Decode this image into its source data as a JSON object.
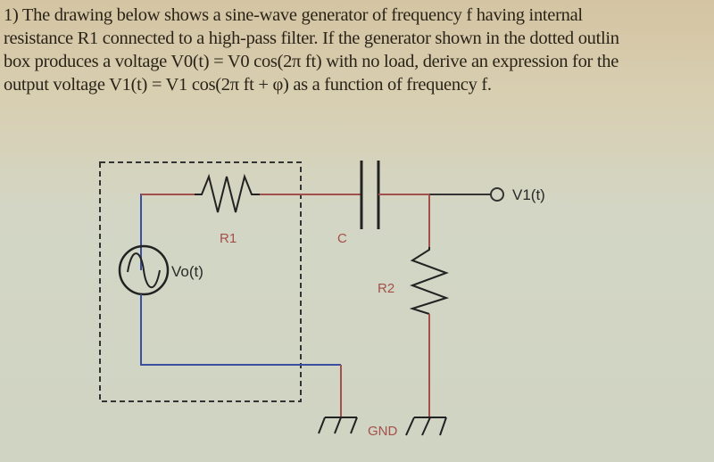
{
  "problem": {
    "lines": [
      "1) The drawing below shows a sine-wave generator of frequency f having internal",
      "resistance R1 connected to a high-pass filter. If the generator shown in the dotted outlin",
      "box produces a voltage V0(t) = V0 cos(2π ft) with no load, derive an expression for the",
      "output voltage V1(t) = V1 cos(2π ft + φ) as a function of frequency f."
    ]
  },
  "circuit": {
    "r1_label": "R1",
    "c_label": "C",
    "r2_label": "R2",
    "source_label": "Vo(t)",
    "output_label": "V1(t)",
    "gnd_label": "GND",
    "colors": {
      "wire_red": "#a4504a",
      "wire_blue": "#3a4fa0",
      "ink": "#2a2a2a"
    }
  }
}
